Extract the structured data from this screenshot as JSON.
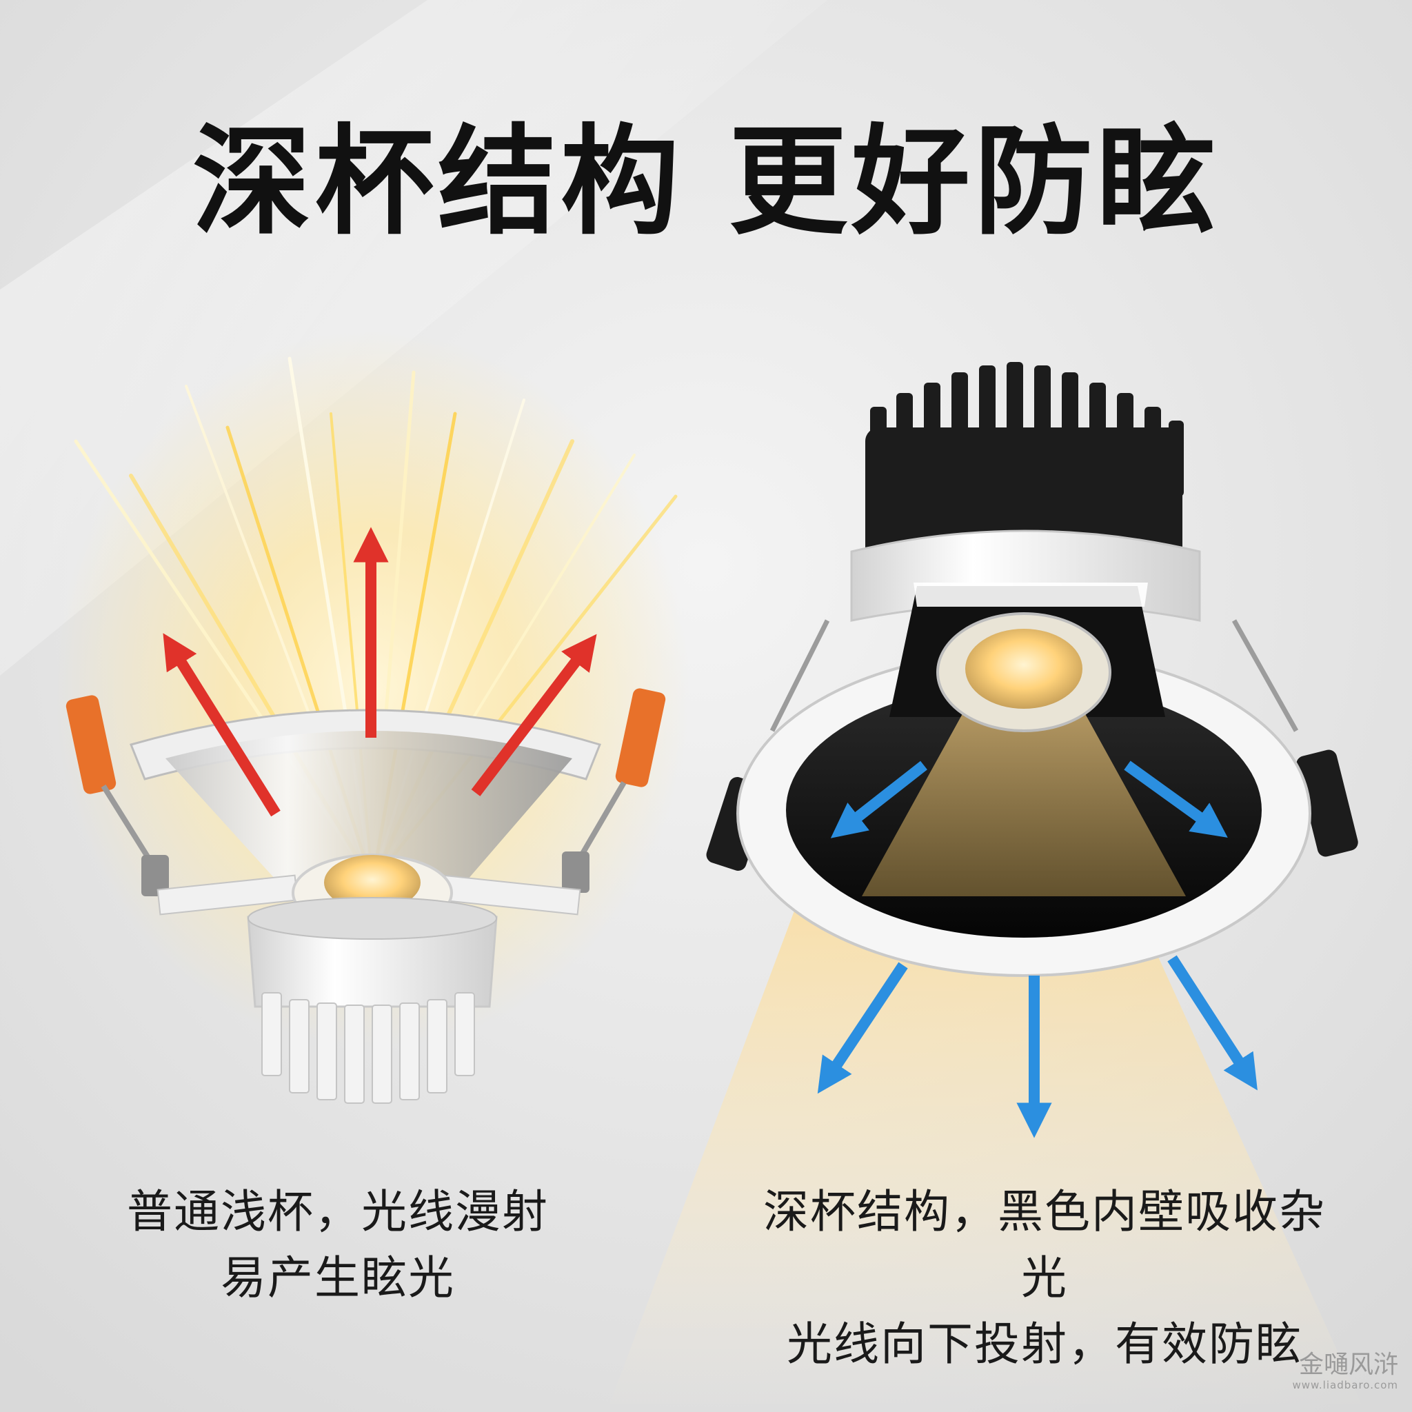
{
  "headline": "深杯结构 更好防眩",
  "comparison": {
    "shallow_cup": {
      "caption_line1": "普通浅杯，光线漫射",
      "caption_line2": "易产生眩光",
      "arrow_color": "#e0322a"
    },
    "deep_cup": {
      "caption_line1": "深杯结构，黑色内壁吸收杂光",
      "caption_line2": "光线向下投射，有效防眩",
      "arrow_color": "#2b8fe0"
    }
  },
  "watermark": {
    "title": "金嗵风浒",
    "url": "www.liadbaro.com"
  },
  "colors": {
    "background": "#e8e8e8",
    "warm_light": "#ffd98a",
    "headline": "#111111"
  }
}
